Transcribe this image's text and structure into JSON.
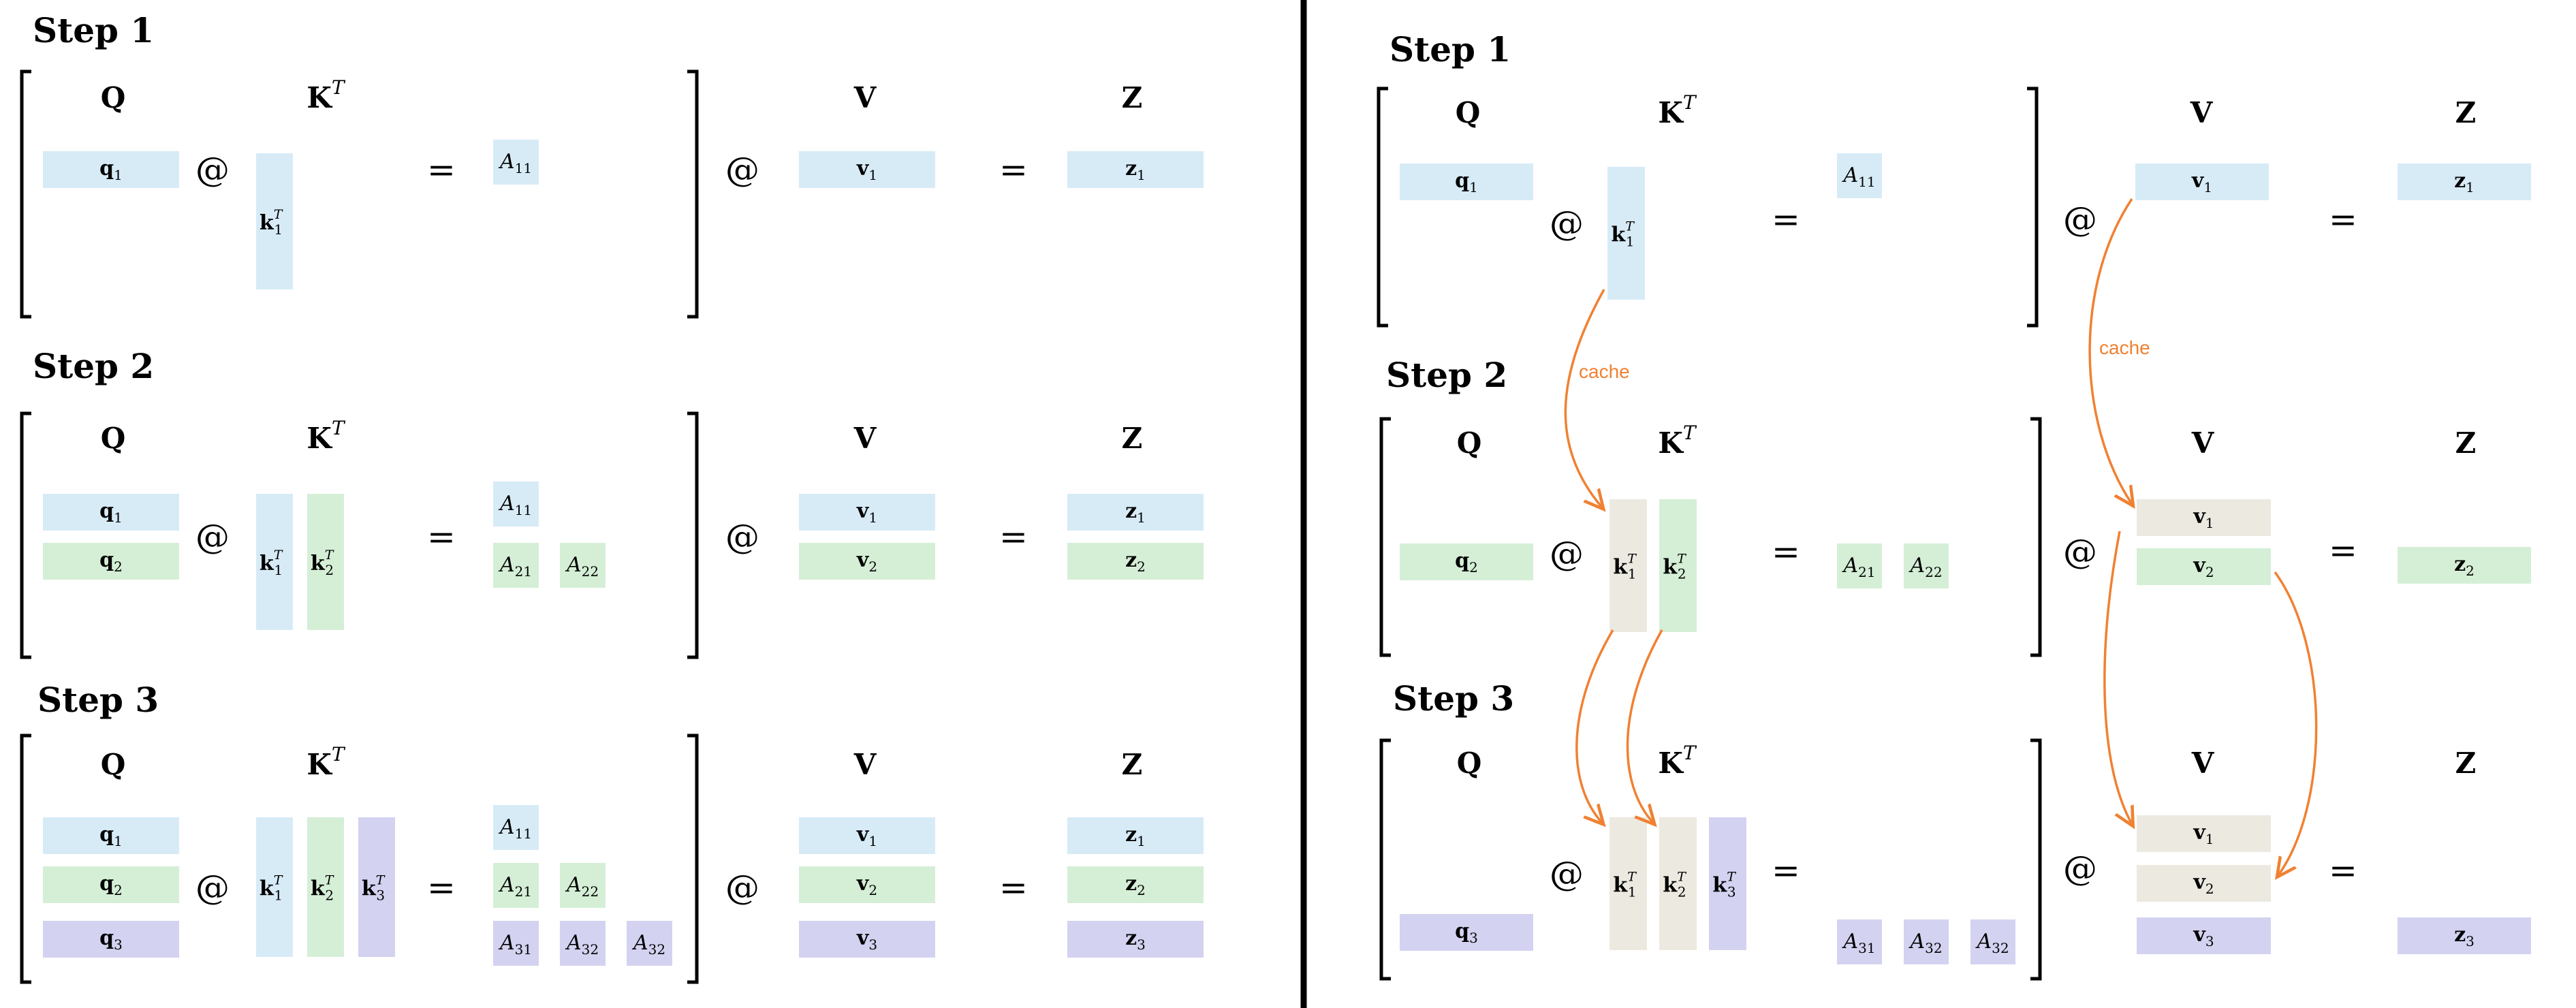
{
  "colors": {
    "blue": "#D7EBF7",
    "green": "#D5EFD6",
    "purple": "#D3D2F0",
    "cached": "#ECE9E1",
    "arrow": "#F08132"
  },
  "labels": {
    "step1": "Step 1",
    "step2": "Step 2",
    "step3": "Step 3",
    "Q": "Q",
    "K": "K",
    "T": "T",
    "V": "V",
    "Z": "Z",
    "at": "@",
    "eq": "=",
    "cache": "cache",
    "q": "q",
    "k": "k",
    "v": "v",
    "z": "z",
    "A": "A",
    "i1": "1",
    "i2": "2",
    "i3": "3",
    "a11": "11",
    "a21": "21",
    "a22": "22",
    "a31": "31",
    "a32": "32"
  }
}
